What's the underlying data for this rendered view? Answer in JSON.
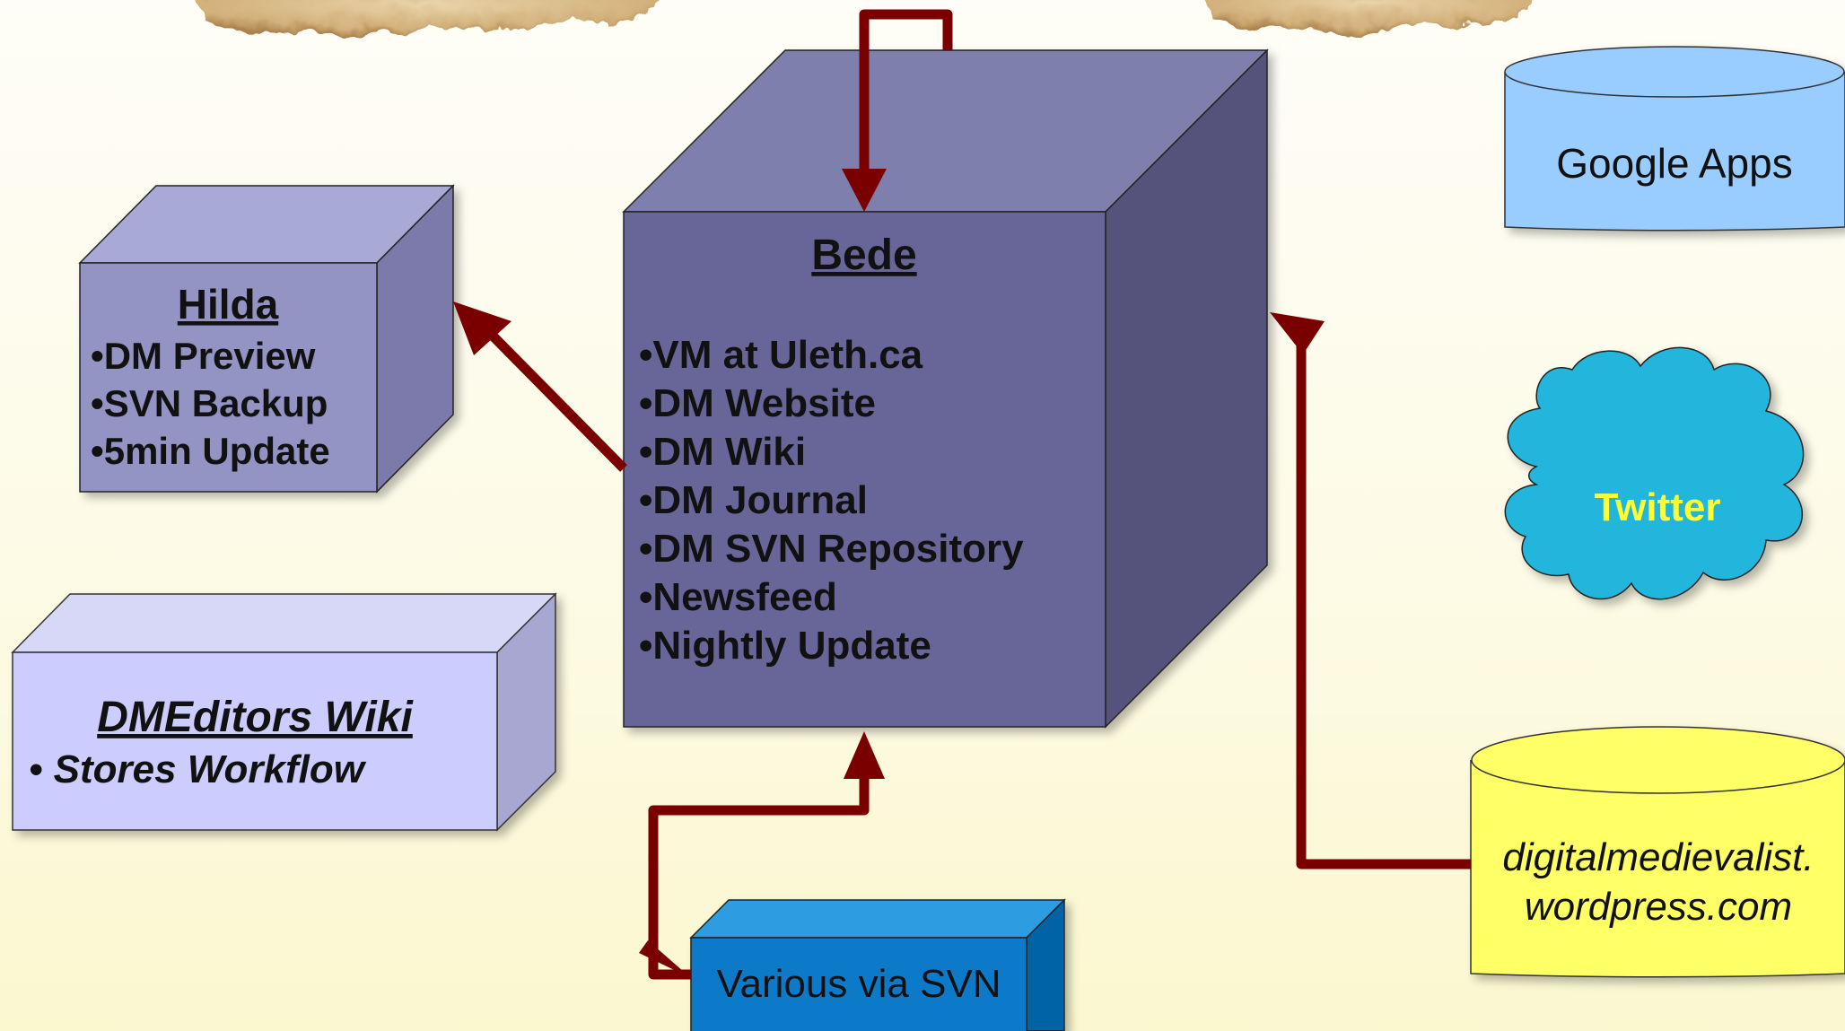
{
  "bede": {
    "title": "Bede",
    "items": [
      "•VM at Uleth.ca",
      "•DM Website",
      "•DM Wiki",
      "•DM Journal",
      "•DM SVN Repository",
      "•Newsfeed",
      "•Nightly Update"
    ]
  },
  "hilda": {
    "title": "Hilda",
    "items": [
      "•DM Preview",
      "•SVN Backup",
      "•5min Update"
    ]
  },
  "dmeditors": {
    "title": "DMEditors Wiki",
    "items": [
      "• Stores Workflow"
    ]
  },
  "svn": {
    "label": "Various via SVN"
  },
  "google": {
    "label": "Google Apps"
  },
  "twitter": {
    "label": "Twitter"
  },
  "wordpress": {
    "line1": "digitalmedievalist.",
    "line2": "wordpress.com"
  },
  "colors": {
    "arrow": "#7a0000",
    "bede_front": "#676699",
    "bede_top": "#7f7fae",
    "bede_side": "#54527c",
    "hilda_front": "#9393c4",
    "hilda_top": "#a9a9d6",
    "hilda_side": "#7b7aaa",
    "dmeditors_front": "#ccccff",
    "dmeditors_top": "#d7d7f8",
    "dmeditors_side": "#a7a7d2",
    "svn_front": "#0a7ac9",
    "svn_top": "#2e9ce0",
    "svn_side": "#0663a6",
    "google_fill": "#99ccff",
    "twitter_fill": "#21b6dc",
    "twitter_text": "#ffff33",
    "wordpress_fill": "#ffff66"
  }
}
